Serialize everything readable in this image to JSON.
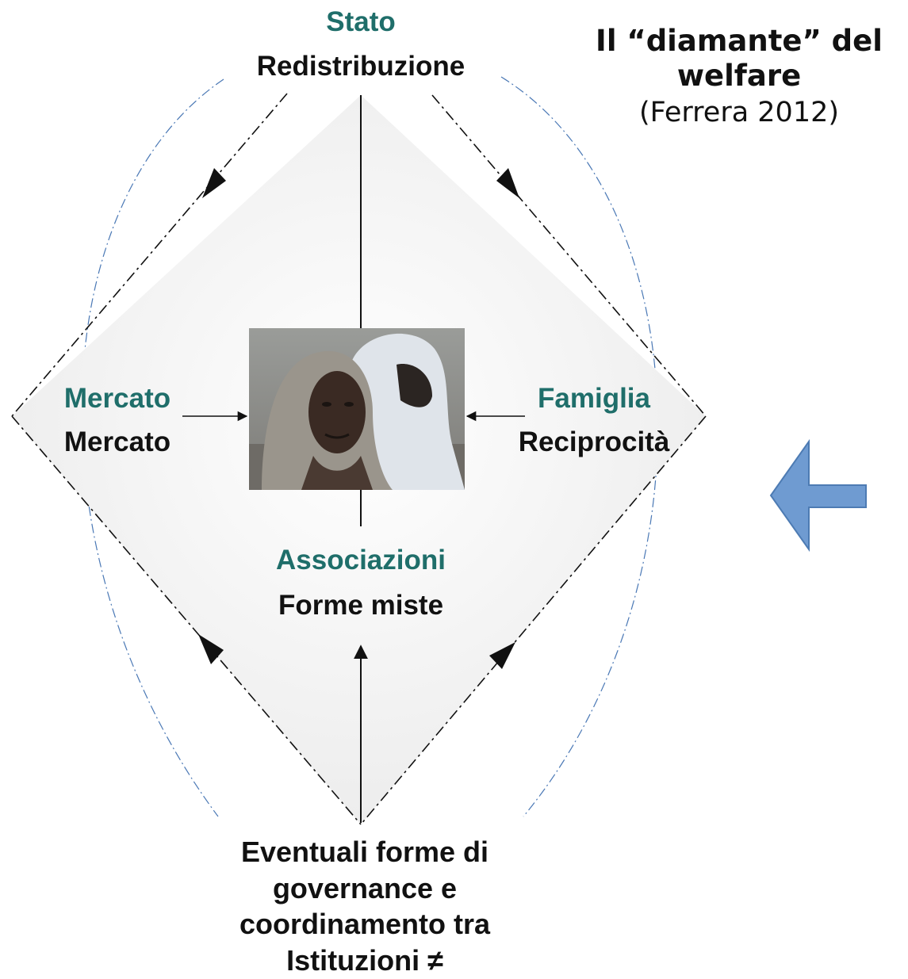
{
  "title": {
    "line1": "Il “diamante” del",
    "line2": "welfare",
    "subtitle": "(Ferrera 2012)"
  },
  "nodes": {
    "top": {
      "actor": "Stato",
      "principle": "Redistribuzione"
    },
    "left": {
      "actor": "Mercato",
      "principle": "Mercato"
    },
    "right": {
      "actor": "Famiglia",
      "principle": "Reciprocità"
    },
    "bottom": {
      "actor": "Associazioni",
      "principle": "Forme miste"
    }
  },
  "footer": {
    "lines": [
      "Eventuali forme di",
      "governance e",
      "coordinamento tra",
      "Istituzioni ≠"
    ]
  },
  "colors": {
    "accent_teal": "#1f6e6a",
    "text": "#111111",
    "outer_curve": "#4a78b5",
    "side_arrow": "#6f9bd1"
  },
  "icons": {
    "center_image": "photo-person-hooded",
    "side_arrow": "left-arrow-icon"
  }
}
